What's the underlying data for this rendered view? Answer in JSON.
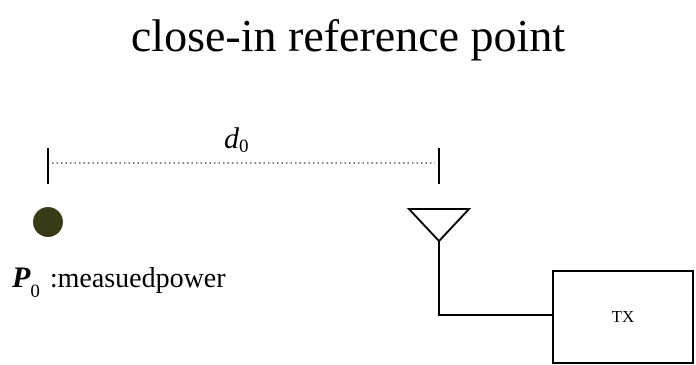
{
  "title": "close-in reference point",
  "distance": {
    "symbol": "d",
    "subscript": "0"
  },
  "point_label": {
    "symbol": "P",
    "subscript": "0",
    "text": ":measuedpower"
  },
  "transmitter": {
    "label": "TX"
  },
  "colors": {
    "point_fill": "#3b3a16",
    "stroke": "#000000"
  }
}
